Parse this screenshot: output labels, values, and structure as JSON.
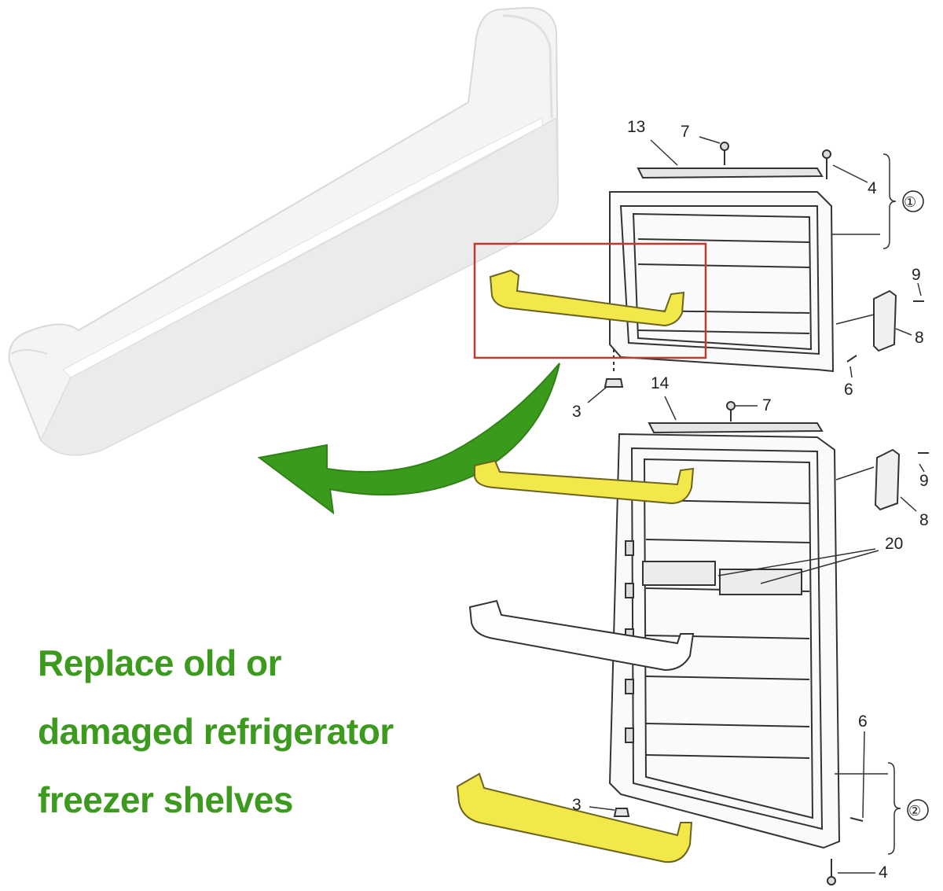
{
  "headline": {
    "line1": "Replace old or",
    "line2": "damaged refrigerator",
    "line3": "freezer shelves"
  },
  "part_labels": {
    "p13": "13",
    "p7_top": "7",
    "p4_top": "4",
    "p9_top": "9",
    "p8_top": "8",
    "p6_top": "6",
    "p3_top": "3",
    "p14": "14",
    "p7_mid": "7",
    "p9_mid": "9",
    "p8_mid": "8",
    "p20": "20",
    "p6_bottom": "6",
    "p3_bottom": "3",
    "p4_bottom": "4"
  },
  "assembly_markers": {
    "freezer_door": "①",
    "fridge_door": "②"
  },
  "colors": {
    "headline_green": "#3c9b1e",
    "arrow_green": "#3a9a1c",
    "highlight_yellow": "#f2e84a",
    "callout_red": "#c0392b",
    "line_art": "#333333"
  },
  "icons": {
    "arrow": "curved-arrow-left",
    "product": "door-shelf-bin"
  }
}
